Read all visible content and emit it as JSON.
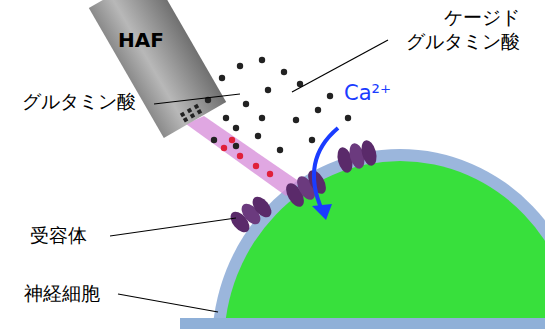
{
  "diagram": {
    "nodes": [
      {
        "text": [
          "HAF"
        ]
      }
    ],
    "labels": [
      "ケージド グルタミン酸",
      "Ca²⁺",
      "グルタミン酸",
      "受容体",
      "神経細胞"
    ]
  }
}
